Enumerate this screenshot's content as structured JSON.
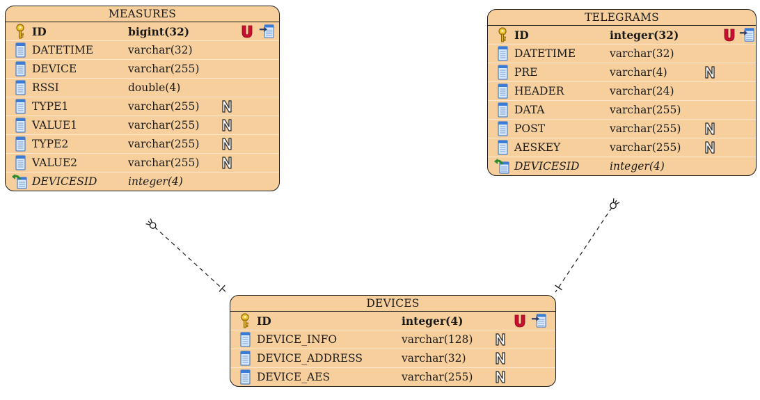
{
  "entities": [
    {
      "id": "measures",
      "title": "MEASURES",
      "columns": [
        {
          "name": "ID",
          "type": "bigint(32)",
          "key": "pk",
          "unique": true
        },
        {
          "name": "DATETIME",
          "type": "varchar(32)",
          "key": "",
          "nullable": false
        },
        {
          "name": "DEVICE",
          "type": "varchar(255)",
          "key": "",
          "nullable": false
        },
        {
          "name": "RSSI",
          "type": "double(4)",
          "key": "",
          "nullable": false
        },
        {
          "name": "TYPE1",
          "type": "varchar(255)",
          "key": "",
          "nullable": true
        },
        {
          "name": "VALUE1",
          "type": "varchar(255)",
          "key": "",
          "nullable": true
        },
        {
          "name": "TYPE2",
          "type": "varchar(255)",
          "key": "",
          "nullable": true
        },
        {
          "name": "VALUE2",
          "type": "varchar(255)",
          "key": "",
          "nullable": true
        },
        {
          "name": "DEVICESID",
          "type": "integer(4)",
          "key": "fk",
          "nullable": false
        }
      ]
    },
    {
      "id": "telegrams",
      "title": "TELEGRAMS",
      "columns": [
        {
          "name": "ID",
          "type": "integer(32)",
          "key": "pk",
          "unique": true
        },
        {
          "name": "DATETIME",
          "type": "varchar(32)",
          "key": "",
          "nullable": false
        },
        {
          "name": "PRE",
          "type": "varchar(4)",
          "key": "",
          "nullable": true
        },
        {
          "name": "HEADER",
          "type": "varchar(24)",
          "key": "",
          "nullable": false
        },
        {
          "name": "DATA",
          "type": "varchar(255)",
          "key": "",
          "nullable": false
        },
        {
          "name": "POST",
          "type": "varchar(255)",
          "key": "",
          "nullable": true
        },
        {
          "name": "AESKEY",
          "type": "varchar(255)",
          "key": "",
          "nullable": true
        },
        {
          "name": "DEVICESID",
          "type": "integer(4)",
          "key": "fk",
          "nullable": false
        }
      ]
    },
    {
      "id": "devices",
      "title": "DEVICES",
      "columns": [
        {
          "name": "ID",
          "type": "integer(4)",
          "key": "pk",
          "unique": true
        },
        {
          "name": "DEVICE_INFO",
          "type": "varchar(128)",
          "key": "",
          "nullable": true
        },
        {
          "name": "DEVICE_ADDRESS",
          "type": "varchar(32)",
          "key": "",
          "nullable": true
        },
        {
          "name": "DEVICE_AES",
          "type": "varchar(255)",
          "key": "",
          "nullable": true
        }
      ]
    }
  ],
  "relationships": [
    {
      "from": "measures",
      "to": "devices",
      "from_cardinality": "zero-or-many",
      "to_cardinality": "exactly-one",
      "line": "dashed"
    },
    {
      "from": "telegrams",
      "to": "devices",
      "from_cardinality": "zero-or-many",
      "to_cardinality": "exactly-one",
      "line": "dashed"
    }
  ],
  "colors": {
    "entity_fill": "#f7cf9c",
    "border": "#1a1a1a",
    "row_separator": "#fbe7cf",
    "unique_marker": "#c8102e",
    "pk_key": "#e0b020",
    "column_icon": "#3a7bd5"
  },
  "icons": {
    "primary_key": "key-icon",
    "column": "column-icon",
    "foreign_key": "foreign-key-icon",
    "nullable": "nullable-n-icon",
    "unique": "unique-u-icon",
    "table": "table-export-icon"
  }
}
